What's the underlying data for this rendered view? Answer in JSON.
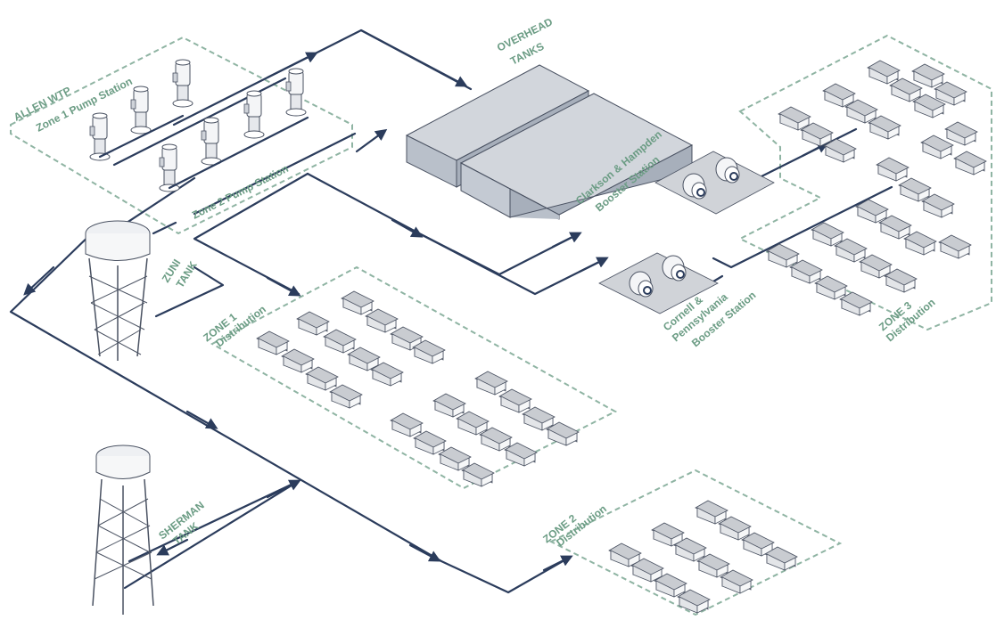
{
  "labels": {
    "allen_wtp": "ALLEN WTP",
    "zone1_pump": "Zone 1 Pump Station",
    "zone2_pump": "Zone 2 Pump Station",
    "overhead_tanks_1": "OVERHEAD",
    "overhead_tanks_2": "TANKS",
    "clarkson_1": "Clarkson & Hampden",
    "clarkson_2": "Booster Station",
    "cornell_1": "Cornell &",
    "cornell_2": "Pennsylvania",
    "cornell_3": "Booster Station",
    "zuni_1": "ZUNI",
    "zuni_2": "TANK",
    "sherman_1": "SHERMAN",
    "sherman_2": "TANK",
    "zone1_1": "ZONE 1",
    "zone1_2": "Distribution",
    "zone2_1": "ZONE 2",
    "zone2_2": "Distribution",
    "zone3_1": "ZONE 3",
    "zone3_2": "Distribution"
  },
  "colors": {
    "pipe": "#2b3c5c",
    "label": "#6b9c84",
    "zone_border": "#8fb4a3",
    "tank_top": "#d2d6dc",
    "tank_side": "#a7afbb"
  }
}
